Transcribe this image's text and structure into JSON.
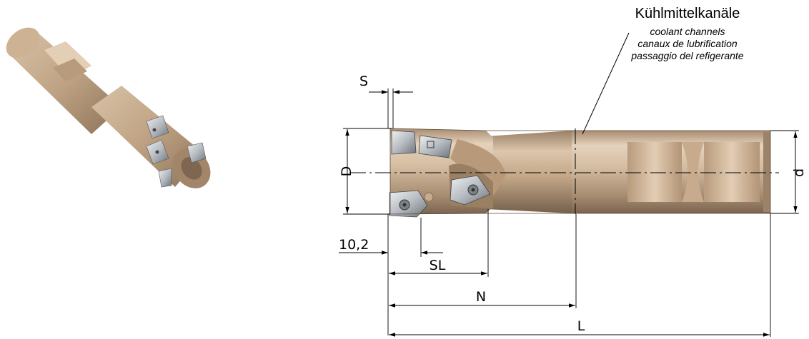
{
  "caption": {
    "title": "Kühlmittelkanäle",
    "lines": [
      "coolant channels",
      "canaux de lubrification",
      "passaggio del refigerante"
    ]
  },
  "dimensions": {
    "S": "S",
    "D": "D",
    "d": "d",
    "offset": "10,2",
    "SL": "SL",
    "N": "N",
    "L": "L"
  },
  "colors": {
    "body_light": "#e4d2bc",
    "body_mid": "#c9ad8e",
    "body_dark": "#8a7158",
    "insert": "#c8ccd0",
    "line": "#000000"
  }
}
